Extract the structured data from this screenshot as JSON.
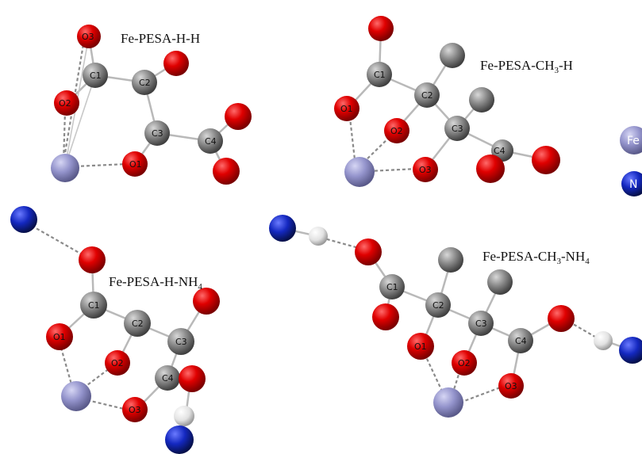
{
  "colors": {
    "oxygen": "#d40000",
    "carbon": "#7a7a7a",
    "iron": "#8c8cc8",
    "nitrogen": "#1020b0",
    "hydrogen": "#e0e0e0"
  },
  "legend": {
    "fe_label": "Fe",
    "n_label": "N"
  },
  "panels": [
    {
      "title_main": "Fe-PESA-H-H",
      "title_sub": "",
      "title_tail": "",
      "labels": [
        "O3",
        "C1",
        "C2",
        "O2",
        "C3",
        "C4",
        "O1"
      ]
    },
    {
      "title_main": "Fe-PESA-CH",
      "title_sub": "3",
      "title_tail": "-H",
      "labels": [
        "C1",
        "C2",
        "O1",
        "O2",
        "C3",
        "C4",
        "O3"
      ]
    },
    {
      "title_main": "Fe-PESA-H-NH",
      "title_sub": "4",
      "title_tail": "",
      "labels": [
        "C1",
        "C2",
        "O1",
        "C3",
        "O2",
        "C4",
        "O3"
      ]
    },
    {
      "title_main": "Fe-PESA-CH",
      "title_sub": "3",
      "title_tail": "-NH",
      "title_sub2": "4",
      "labels": [
        "C1",
        "C2",
        "C3",
        "O1",
        "C4",
        "O2",
        "O3"
      ]
    }
  ]
}
